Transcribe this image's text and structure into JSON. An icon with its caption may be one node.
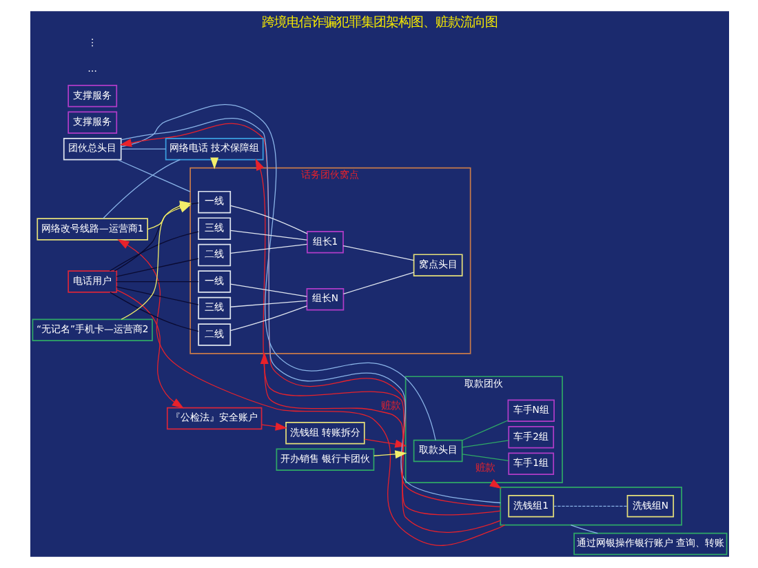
{
  "diagram": {
    "title": "跨境电信诈骗犯罪集团架构图、赃款流向图",
    "nodes": [
      {
        "text": [
          "『公检法』安全账户"
        ]
      },
      {
        "text": [
          "洗钱组 转账拆分"
        ]
      },
      {
        "text": [
          "取款团伙"
        ]
      },
      {
        "text": [
          "取款头目"
        ],
        "in": 2
      },
      {
        "text": [
          "车手1组"
        ],
        "in": 2
      },
      {
        "text": [
          "车手2组"
        ],
        "in": 2
      },
      {
        "text": [
          "车手N组"
        ],
        "in": 2
      },
      {
        "text": [],
        "shape": "box"
      },
      {
        "text": [
          "洗钱组1"
        ],
        "in": 7
      },
      {
        "text": [
          "洗钱组N"
        ],
        "in": 7
      },
      {
        "text": [
          "通过网银操作银行账户 查询、转账"
        ]
      },
      {
        "text": [
          "开办销售 银行卡团伙"
        ]
      },
      {
        "text": [
          "团伙总头目"
        ]
      },
      {
        "text": [
          "话务团伙窝点"
        ]
      },
      {
        "text": [
          "一线"
        ],
        "in": 13
      },
      {
        "text": [
          "三线"
        ],
        "in": 13
      },
      {
        "text": [
          "二线"
        ],
        "in": 13
      },
      {
        "text": [
          "一线"
        ],
        "in": 13
      },
      {
        "text": [
          "三线"
        ],
        "in": 13
      },
      {
        "text": [
          "二线"
        ],
        "in": 13
      },
      {
        "text": [
          "组长1"
        ],
        "in": 13
      },
      {
        "text": [
          "组长N"
        ],
        "in": 13
      },
      {
        "text": [
          "窝点头目"
        ],
        "in": 13
      },
      {
        "text": [
          "电话用户"
        ]
      },
      {
        "text": [
          "网络电话 技术保障组"
        ]
      },
      {
        "text": [
          "“无记名”手机卡—运营商2"
        ]
      },
      {
        "text": [
          "网络改号线路—运营商1"
        ]
      },
      {
        "text": [
          "支撑服务"
        ]
      },
      {
        "text": [
          "支撑服务"
        ]
      }
    ],
    "edges": [
      {
        "from": 23,
        "to": 0,
        "arrow": "to",
        "color": "#e8222b"
      },
      {
        "from": 0,
        "to": 1,
        "arrow": "to",
        "color": "#e8222b"
      },
      {
        "from": 1,
        "to": 2,
        "arrow": "to",
        "color": "#e8222b"
      },
      {
        "from": 2,
        "to": 7,
        "arrow": "to",
        "label": "赃款",
        "color": "#e8222b"
      },
      {
        "from": 3,
        "to": 4,
        "arrow": "none",
        "color": "#2fa866"
      },
      {
        "from": 3,
        "to": 5,
        "arrow": "none",
        "color": "#2fa866"
      },
      {
        "from": 3,
        "to": 6,
        "arrow": "none",
        "color": "#2fa866"
      },
      {
        "from": 8,
        "to": 9,
        "arrow": "none",
        "style": "dashed",
        "color": "#8ab4e8"
      },
      {
        "from": 7,
        "to": 10,
        "arrow": "none",
        "color": "#8ab4e8"
      },
      {
        "from": 7,
        "to": 12,
        "arrow": "to",
        "color": "#e8222b"
      },
      {
        "from": 7,
        "to": 24,
        "arrow": "to",
        "color": "#e8222b"
      },
      {
        "from": 7,
        "to": 26,
        "arrow": "to",
        "color": "#e8222b"
      },
      {
        "from": 7,
        "to": 13,
        "arrow": "to",
        "label": "赃款",
        "color": "#e8222b"
      },
      {
        "from": 3,
        "to": 12,
        "arrow": "none",
        "color": "#8ab4e8"
      },
      {
        "from": 13,
        "to": 12,
        "arrow": "none",
        "color": "#8ab4e8"
      },
      {
        "from": 7,
        "to": 12,
        "arrow": "none",
        "color": "#8ab4e8"
      },
      {
        "from": 12,
        "to": 24,
        "arrow": "none",
        "color": "#8ab4e8"
      },
      {
        "from": 24,
        "to": 26,
        "arrow": "none",
        "color": "#8ab4e8"
      },
      {
        "from": 11,
        "to": 2,
        "arrow": "to",
        "color": "#f2ee6a"
      },
      {
        "from": 24,
        "to": 13,
        "arrow": "to",
        "color": "#f2ee6a"
      },
      {
        "from": 26,
        "to": 13,
        "arrow": "to",
        "color": "#f2ee6a"
      },
      {
        "from": 25,
        "to": 13,
        "arrow": "to",
        "color": "#f2ee6a"
      },
      {
        "from": 23,
        "to": 14,
        "arrow": "none",
        "color": "#0a0a30"
      },
      {
        "from": 23,
        "to": 15,
        "arrow": "none",
        "color": "#0a0a30"
      },
      {
        "from": 23,
        "to": 16,
        "arrow": "none",
        "color": "#0a0a30"
      },
      {
        "from": 23,
        "to": 17,
        "arrow": "none",
        "color": "#0a0a30"
      },
      {
        "from": 23,
        "to": 18,
        "arrow": "none",
        "color": "#0a0a30"
      },
      {
        "from": 23,
        "to": 19,
        "arrow": "none",
        "color": "#0a0a30"
      },
      {
        "from": 14,
        "to": 20,
        "arrow": "none",
        "color": "#e0e6f0"
      },
      {
        "from": 15,
        "to": 20,
        "arrow": "none",
        "color": "#e0e6f0"
      },
      {
        "from": 16,
        "to": 20,
        "arrow": "none",
        "color": "#e0e6f0"
      },
      {
        "from": 17,
        "to": 21,
        "arrow": "none",
        "color": "#e0e6f0"
      },
      {
        "from": 18,
        "to": 21,
        "arrow": "none",
        "color": "#e0e6f0"
      },
      {
        "from": 19,
        "to": 21,
        "arrow": "none",
        "color": "#e0e6f0"
      },
      {
        "from": 20,
        "to": 22,
        "arrow": "none",
        "color": "#e0e6f0"
      },
      {
        "from": 21,
        "to": 22,
        "arrow": "none",
        "color": "#e0e6f0"
      }
    ],
    "labels": [
      "…",
      "⋮"
    ]
  }
}
